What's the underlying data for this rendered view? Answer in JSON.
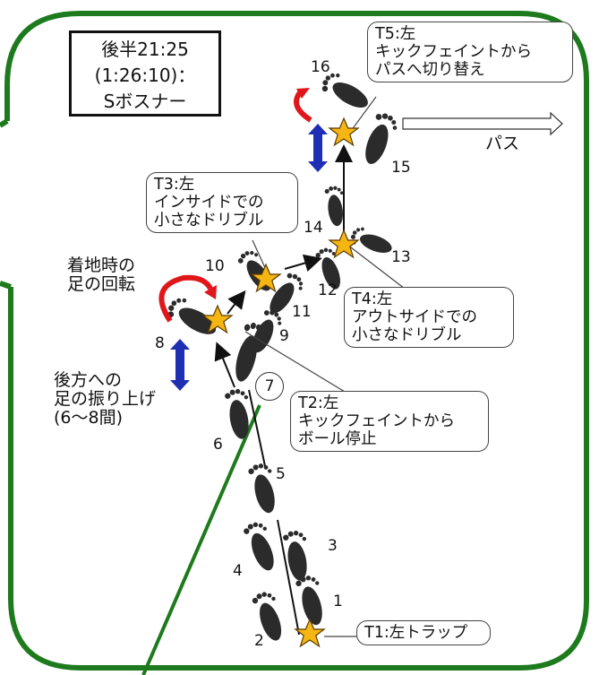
{
  "title": [
    "後半21:25",
    "(1:26:10)：",
    "Sボスナー"
  ],
  "callouts": {
    "t1": [
      "T1:左トラップ"
    ],
    "t2": [
      "T2:左",
      "キックフェイントから",
      "ボール停止"
    ],
    "t3": [
      "T3:左",
      "インサイドでの",
      "小さなドリブル"
    ],
    "t4": [
      "T4:左",
      "アウトサイドでの",
      "小さなドリブル"
    ],
    "t5": [
      "T5:左",
      "キックフェイントから",
      "パスへ切り替え"
    ]
  },
  "labels": {
    "rotation": [
      "着地時の",
      "足の回転"
    ],
    "swing": [
      "後方への",
      "足の振り上げ",
      "(6〜8間)"
    ],
    "pass": "パス"
  },
  "steps": [
    "1",
    "2",
    "3",
    "4",
    "5",
    "6",
    "7",
    "8",
    "9",
    "10",
    "11",
    "12",
    "13",
    "14",
    "15",
    "16"
  ],
  "colors": {
    "border": "#1d7a1d",
    "star": "#f5b614",
    "arrow_blue": "#1f2fb4",
    "arrow_red": "#e0161b",
    "foot": "#2b2b2b"
  }
}
